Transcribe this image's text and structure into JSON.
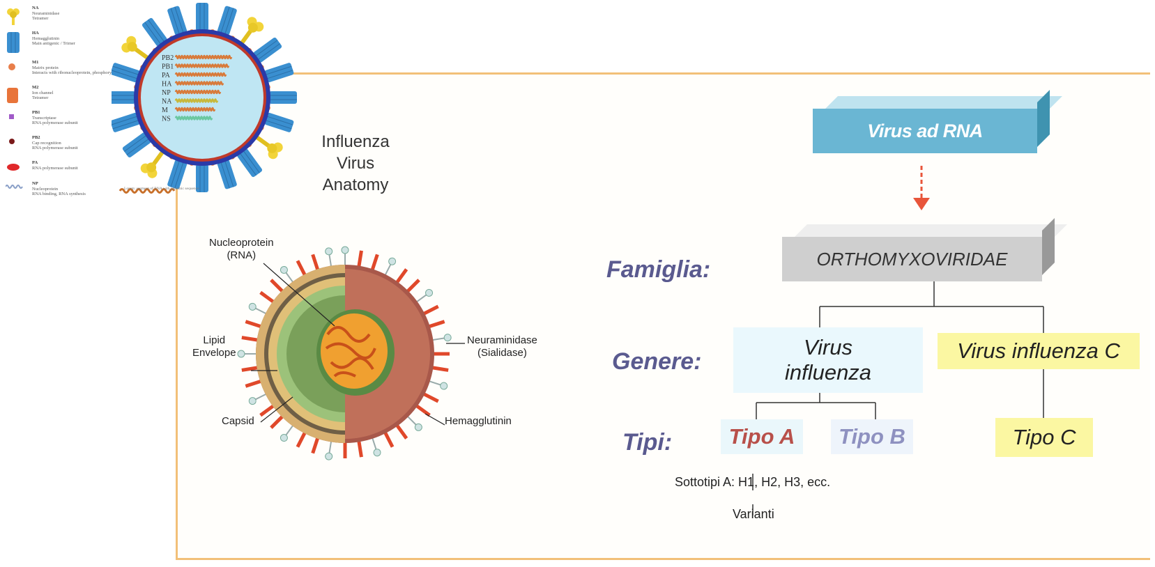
{
  "legend": {
    "items": [
      {
        "code": "NA",
        "name": "Neuraminidase",
        "detail": "Tetramer",
        "icon": "neuraminidase-icon",
        "color": "#f2d43a"
      },
      {
        "code": "HA",
        "name": "Hemagglutinin",
        "detail": "Main antigenic / Trimer",
        "icon": "hemagglutinin-icon",
        "color": "#3a8fd0"
      },
      {
        "code": "M1",
        "name": "Matrix protein",
        "detail": "Interacts with ribonucleoprotein, phosphorylated",
        "icon": "matrix-protein-icon",
        "color": "#e87e4a"
      },
      {
        "code": "M2",
        "name": "Ion channel",
        "detail": "Tetramer",
        "icon": "ion-channel-icon",
        "color": "#e8743a"
      },
      {
        "code": "PB1",
        "name": "Transcriptase",
        "detail": "RNA polymerase subunit",
        "icon": "pb1-icon",
        "color": "#a05ac8"
      },
      {
        "code": "PB2",
        "name": "Cap recognition",
        "detail": "RNA polymerase subunit",
        "icon": "pb2-icon",
        "color": "#7a1a1a"
      },
      {
        "code": "PA",
        "name": "RNA polymerase subunit",
        "detail": "",
        "icon": "pa-icon",
        "color": "#e0282a"
      },
      {
        "code": "NP",
        "name": "Nucleoprotein",
        "detail": "RNA binding, RNA synthesis",
        "icon": "np-icon",
        "color": "#8aa0c8"
      }
    ],
    "tail_text": "Lorem: segment of RNA with genomic sequence"
  },
  "virus_top": {
    "segments": [
      "PB2",
      "PB1",
      "PA",
      "HA",
      "NP",
      "NA",
      "M",
      "NS"
    ]
  },
  "anatomy": {
    "title_lines": [
      "Influenza",
      "Virus",
      "Anatomy"
    ],
    "labels": {
      "nucleoprotein": "Nucleoprotein\n(RNA)",
      "lipid": "Lipid\nEnvelope",
      "capsid": "Capsid",
      "neuraminidase": "Neuraminidase\n(Sialidase)",
      "hemagglutinin": "Hemagglutinin"
    }
  },
  "classification": {
    "root": "Virus ad RNA",
    "family_label": "Famiglia:",
    "family": "ORTHOMYXOVIRIDAE",
    "genus_label": "Genere:",
    "genus_ab": "Virus\ninfluenza",
    "genus_c": "Virus influenza C",
    "types_label": "Tipi:",
    "type_a": "Tipo A",
    "type_b": "Tipo B",
    "type_c": "Tipo C",
    "subtypes": "Sottotipi A: H1, H2, H3, ecc.",
    "variants": "Varianti"
  },
  "colors": {
    "frame": "#f2c078",
    "rna_box": "#6ab6d3",
    "family_box": "#cfcfcf",
    "genus_box": "#eaf8fd",
    "c_box": "#fbf7a2",
    "label": "#5a5a8f",
    "arrow": "#e8553a"
  }
}
